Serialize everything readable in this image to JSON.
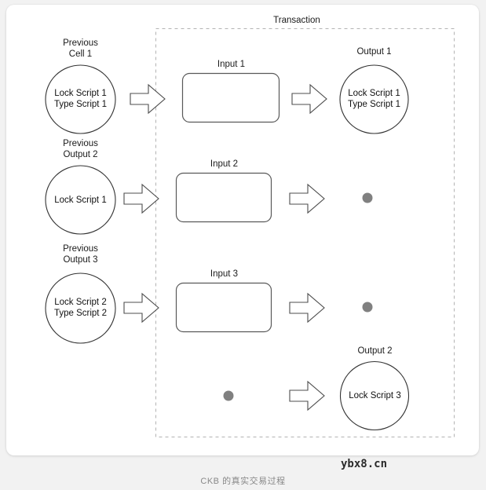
{
  "caption": "CKB 的真实交易过程",
  "watermark": "ybx8.cn",
  "colors": {
    "page_background": "#f2f2f2",
    "card_background": "#ffffff",
    "stroke": "#4d4d4d",
    "dashed_border": "#b3b3b3",
    "dot_fill": "#808080",
    "text": "#1a1a1a",
    "caption_text": "#888888"
  },
  "transaction": {
    "label": "Transaction"
  },
  "previous_cells": [
    {
      "label_line1": "Previous",
      "label_line2": "Cell 1",
      "contents": [
        "Lock Script 1",
        "Type Script 1"
      ]
    },
    {
      "label_line1": "Previous",
      "label_line2": "Output 2",
      "contents": [
        "Lock Script 1"
      ]
    },
    {
      "label_line1": "Previous",
      "label_line2": "Output 3",
      "contents": [
        "Lock Script 2",
        "Type Script 2"
      ]
    }
  ],
  "inputs": [
    {
      "label": "Input 1",
      "contents": []
    },
    {
      "label": "Input 2",
      "contents": []
    },
    {
      "label": "Input 3",
      "contents": []
    }
  ],
  "outputs": [
    {
      "label": "Output 1",
      "contents": [
        "Lock Script 1",
        "Type Script 1"
      ],
      "kind": "ellipse"
    },
    {
      "label": "",
      "contents": [],
      "kind": "dot"
    },
    {
      "label": "",
      "contents": [],
      "kind": "dot"
    },
    {
      "label": "Output 2",
      "contents": [
        "Lock Script 3"
      ],
      "kind": "ellipse"
    }
  ],
  "placeholder_inputs": [
    {
      "kind": "dot"
    }
  ],
  "arrows": [
    {
      "name": "arrow-prev1-to-input1"
    },
    {
      "name": "arrow-input1-to-output1"
    },
    {
      "name": "arrow-prev2-to-input2"
    },
    {
      "name": "arrow-input2-to-dot1"
    },
    {
      "name": "arrow-prev3-to-input3"
    },
    {
      "name": "arrow-input3-to-dot2"
    },
    {
      "name": "arrow-dot3-to-output2"
    }
  ]
}
